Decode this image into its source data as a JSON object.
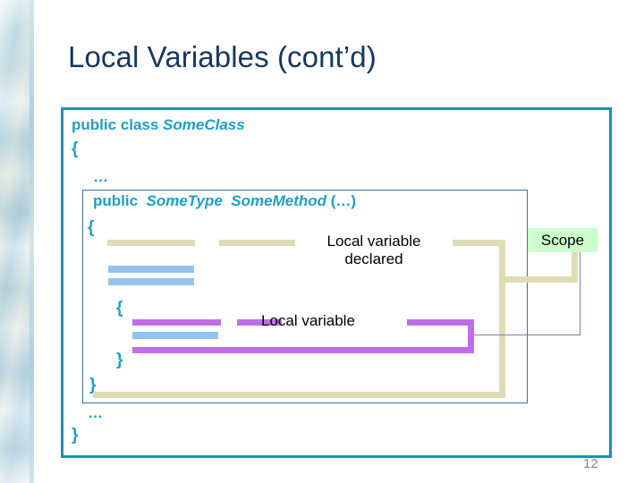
{
  "slide": {
    "title": "Local Variables (cont’d)",
    "page_number": "12"
  },
  "code": {
    "class_decl_keyword": "public class ",
    "class_decl_name": "SomeClass",
    "class_open_brace": "{",
    "ellipsis_top": "…",
    "method_keyword": "public  ",
    "method_type": "SomeType",
    "method_name": "SomeMethod",
    "method_args": " (…)",
    "method_open_brace": "{",
    "inner_open_brace": "{",
    "inner_close_brace": "}",
    "method_close_brace": "}",
    "ellipsis_bottom": "…",
    "class_close_brace": "}"
  },
  "annotations": {
    "declared": "Local variable\ndeclared",
    "local_variable": "Local variable",
    "scope": "Scope"
  },
  "colors": {
    "title": "#15385E",
    "code_text": "#1BA0C8",
    "outer_frame": "#1F8FB5",
    "inner_frame": "#3F6FA8",
    "tan_connector": "#DDDDB2",
    "blue_bar": "#92C3EE",
    "purple_bracket": "#C06EE8",
    "thin_purple_line": "#9B6FAE",
    "scope_background": "#CCFFCC",
    "page_number": "#8A8A8A"
  }
}
